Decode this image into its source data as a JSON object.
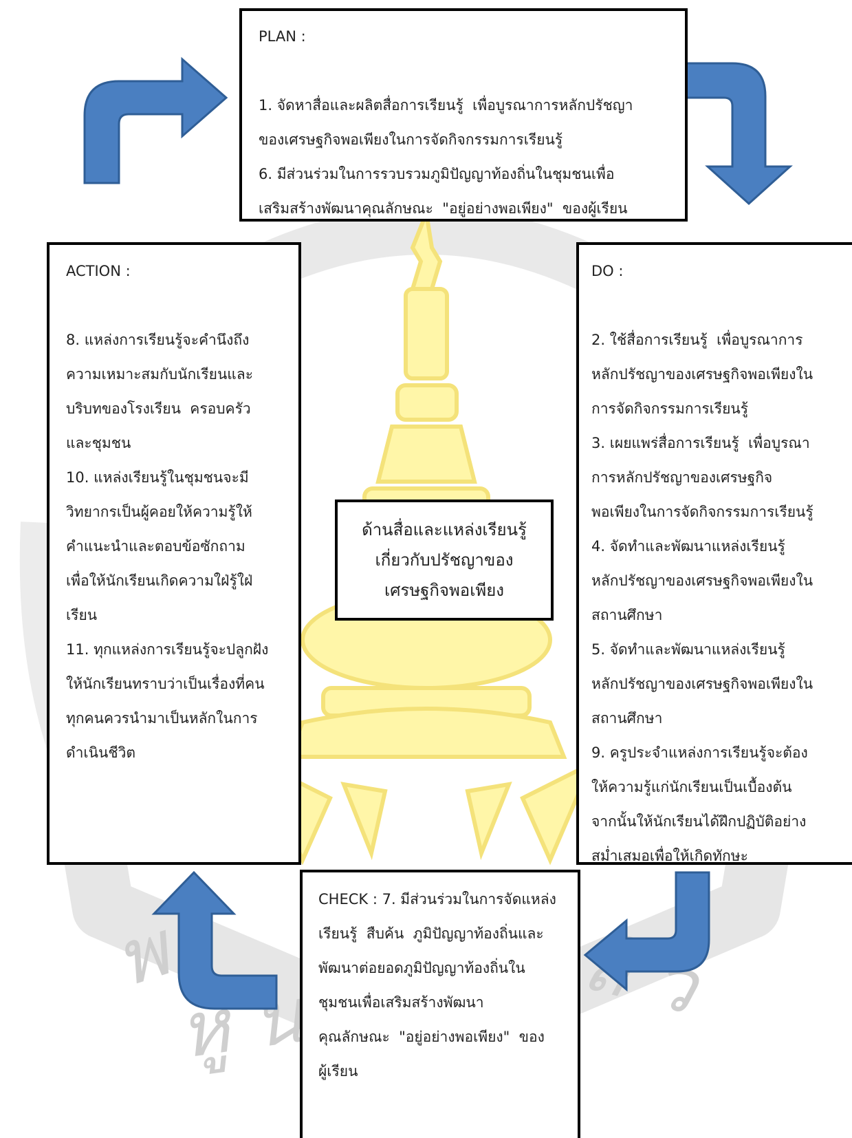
{
  "colors": {
    "arrow_fill": "#4A7FC1",
    "arrow_stroke": "#2F5E96",
    "watermark_yellow": "#FFF6A8",
    "watermark_gray": "#E6E6E6",
    "box_border": "#000000"
  },
  "plan": {
    "heading": "PLAN :",
    "lines": [
      "1. จัดหาสื่อและผลิตสื่อการเรียนรู้  เพื่อบูรณาการหลักปรัชญา",
      "ของเศรษฐกิจพอเพียงในการจัดกิจกรรมการเรียนรู้",
      "6. มีส่วนร่วมในการรวบรวมภูมิปัญญาท้องถิ่นในชุมชนเพื่อ",
      "เสริมสร้างพัฒนาคุณลักษณะ  \"อยู่อย่างพอเพียง\"  ของผู้เรียน"
    ]
  },
  "do": {
    "heading": "DO :",
    "lines": [
      "2. ใช้สื่อการเรียนรู้  เพื่อบูรณาการ",
      "หลักปรัชญาของเศรษฐกิจพอเพียงใน",
      "การจัดกิจกรรมการเรียนรู้",
      "3. เผยแพร่สื่อการเรียนรู้  เพื่อบูรณา",
      "การหลักปรัชญาของเศรษฐกิจ",
      "พอเพียงในการจัดกิจกรรมการเรียนรู้",
      "4. จัดทำและพัฒนาแหล่งเรียนรู้",
      "หลักปรัชญาของเศรษฐกิจพอเพียงใน",
      "สถานศึกษา",
      "5. จัดทำและพัฒนาแหล่งเรียนรู้",
      "หลักปรัชญาของเศรษฐกิจพอเพียงใน",
      "สถานศึกษา",
      "9. ครูประจำแหล่งการเรียนรู้จะต้อง",
      "ให้ความรู้แก่นักเรียนเป็นเบื้องต้น",
      "จากนั้นให้นักเรียนได้ฝึกปฏิบัติอย่าง",
      "สม่ำเสมอเพื่อให้เกิดทักษะ"
    ]
  },
  "action": {
    "heading": "ACTION :",
    "lines": [
      "8. แหล่งการเรียนรู้จะคำนึงถึง",
      "ความเหมาะสมกับนักเรียนและ",
      "บริบทของโรงเรียน  ครอบครัว",
      "และชุมชน",
      "10. แหล่งเรียนรู้ในชุมชนจะมี",
      "วิทยากรเป็นผู้คอยให้ความรู้ให้",
      "คำแนะนำและตอบข้อซักถาม",
      "เพื่อให้นักเรียนเกิดความใฝ่รู้ใฝ่",
      "เรียน",
      "11. ทุกแหล่งการเรียนรู้จะปลูกฝัง",
      "ให้นักเรียนทราบว่าเป็นเรื่องที่คน",
      "ทุกคนควรนำมาเป็นหลักในการ",
      "ดำเนินชีวิต"
    ]
  },
  "check": {
    "lines": [
      "CHECK : 7. มีส่วนร่วมในการจัดแหล่ง",
      "เรียนรู้  สืบค้น  ภูมิปัญญาท้องถิ่นและ",
      "พัฒนาต่อยอดภูมิปัญญาท้องถิ่นใน",
      "ชุมชนเพื่อเสริมสร้างพัฒนา",
      "คุณลักษณะ  \"อยู่อย่างพอเพียง\"  ของ",
      "ผู้เรียน"
    ]
  },
  "center": {
    "lines": [
      "ด้านสื่อและแหล่งเรียนรู้",
      "เกี่ยวกับปรัชญาของ",
      "เศรษฐกิจพอเพียง"
    ]
  },
  "watermark": {
    "text_left": "พ",
    "text_mid": "หู น",
    "text_right": "สิ ว"
  }
}
